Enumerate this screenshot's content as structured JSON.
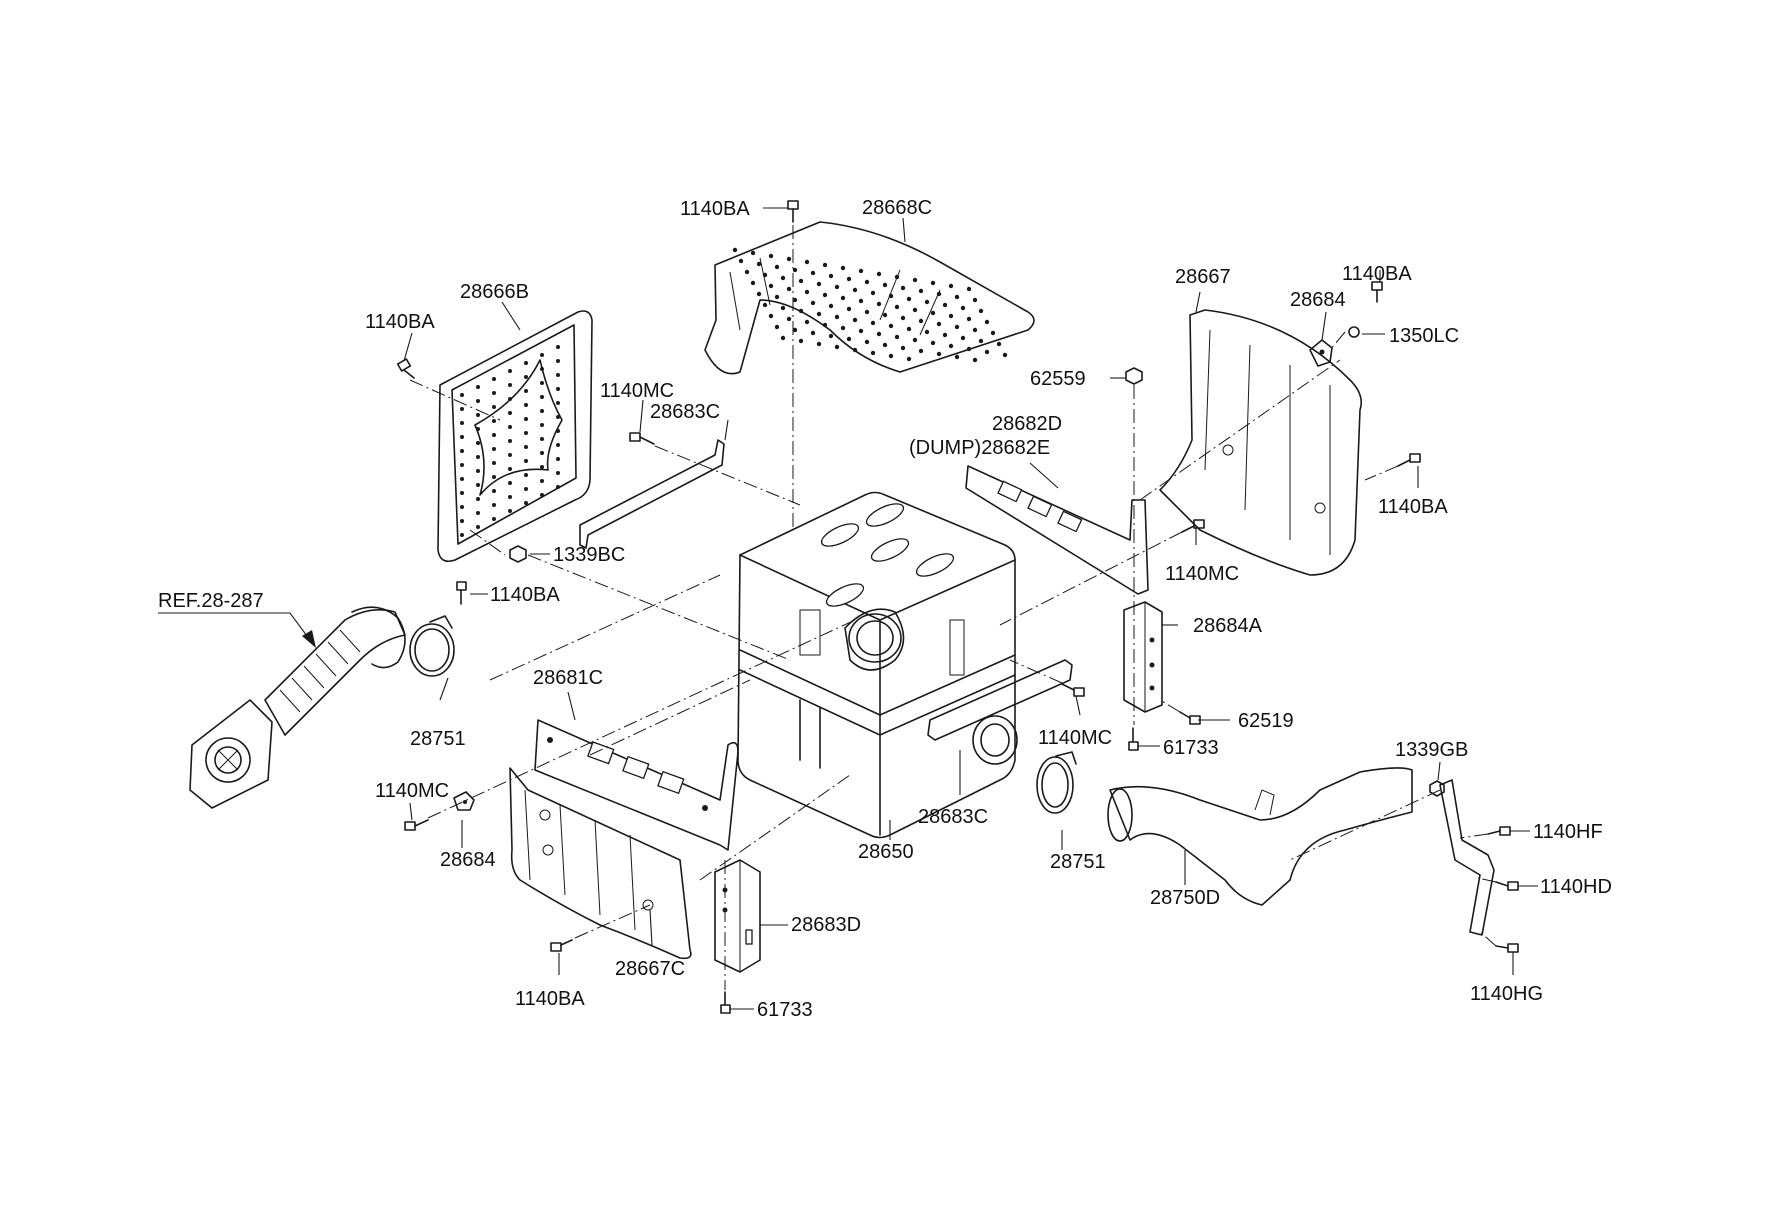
{
  "labels": {
    "p1140BA_top": "1140BA",
    "p28668C": "28668C",
    "p28666B": "28666B",
    "p1140BA_left": "1140BA",
    "p1140MC_upper": "1140MC",
    "p28683C_upper": "28683C",
    "p1339BC": "1339BC",
    "p1140BA_mid": "1140BA",
    "pREF": "REF.28-287",
    "p28751_left": "28751",
    "p28681C": "28681C",
    "p1140MC_left": "1140MC",
    "p28684_left": "28684",
    "p1140BA_bottom": "1140BA",
    "p28667C": "28667C",
    "p28683D": "28683D",
    "p61733_bottom": "61733",
    "p28650": "28650",
    "p28683C_lower": "28683C",
    "p1140MC_mid": "1140MC",
    "p28751_right": "28751",
    "p28750D": "28750D",
    "p62559": "62559",
    "p28682D": "28682D",
    "p28682E": "(DUMP)28682E",
    "p28667": "28667",
    "p28684_right": "28684",
    "p1140BA_right_top": "1140BA",
    "p1350LC": "1350LC",
    "p1140BA_right": "1140BA",
    "p1140MC_right": "1140MC",
    "p28684A": "28684A",
    "p62519": "62519",
    "p61733_right": "61733",
    "p1339GB": "1339GB",
    "p1140HF": "1140HF",
    "p1140HD": "1140HD",
    "p1140HG": "1140HG"
  }
}
